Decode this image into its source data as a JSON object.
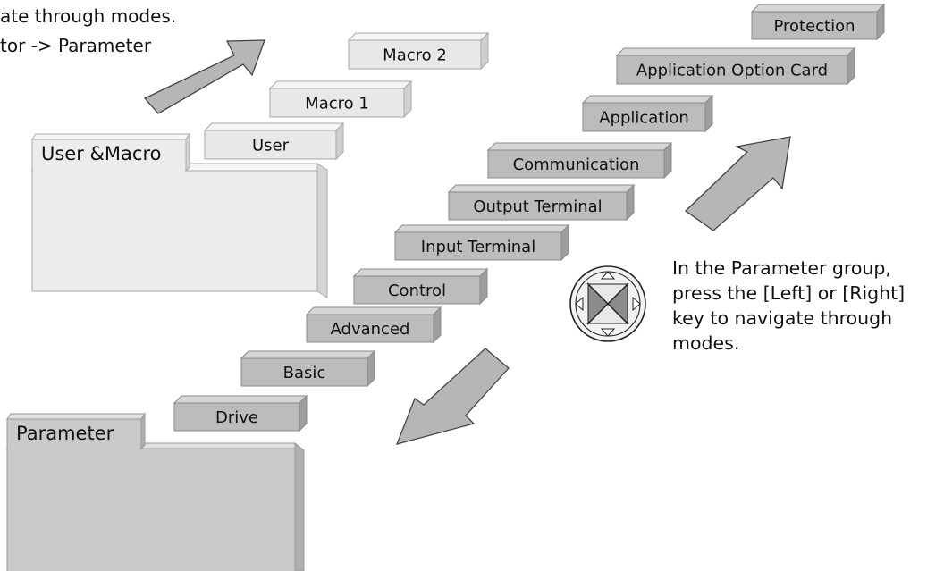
{
  "top_left_text": {
    "line1": "ate through modes.",
    "line2": "tor -> Parameter"
  },
  "folders": {
    "user_macro": "User &Macro",
    "parameter": "Parameter"
  },
  "user_macro_tabs": {
    "user": "User",
    "macro1": "Macro 1",
    "macro2": "Macro 2"
  },
  "parameter_tabs": {
    "drive": "Drive",
    "basic": "Basic",
    "advanced": "Advanced",
    "control": "Control",
    "input_terminal": "Input Terminal",
    "output_terminal": "Output Terminal",
    "communication": "Communication",
    "application": "Application",
    "application_option_card": "Application Option Card",
    "protection": "Protection"
  },
  "navigation_text": {
    "line1": "In the Parameter group,",
    "line2": "press the [Left] or [Right]",
    "line3": "key to navigate through",
    "line4": "modes."
  },
  "colors": {
    "light_tab": "#e8e8e8",
    "dark_tab": "#bcbcbc",
    "user_macro_folder": "#ececec",
    "parameter_folder": "#c9c9c9",
    "arrow": "#b4b4b4",
    "outline": "#888888"
  }
}
